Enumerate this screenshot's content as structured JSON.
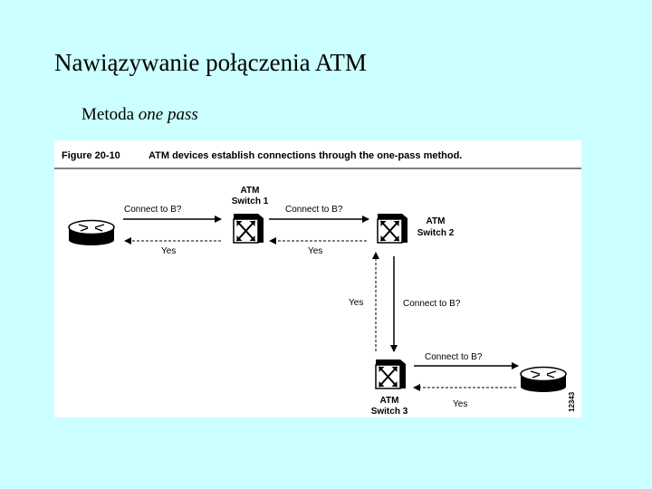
{
  "slide": {
    "title": "Nawiązywanie połączenia ATM",
    "subtitle_prefix": "Metoda",
    "subtitle_emphasis": "one pass"
  },
  "figure": {
    "number": "Figure 20-10",
    "caption": "ATM devices establish connections through the one-pass method.",
    "image_id": "12343",
    "switch1": {
      "line1": "ATM",
      "line2": "Switch 1"
    },
    "switch2": {
      "line1": "ATM",
      "line2": "Switch 2"
    },
    "switch3": {
      "line1": "ATM",
      "line2": "Switch 3"
    },
    "request_label": "Connect to B?",
    "reply_label": "Yes"
  },
  "colors": {
    "background": "#ccffff",
    "figure_bg": "#ffffff"
  },
  "icons": [
    "router-icon",
    "atm-switch-icon"
  ]
}
